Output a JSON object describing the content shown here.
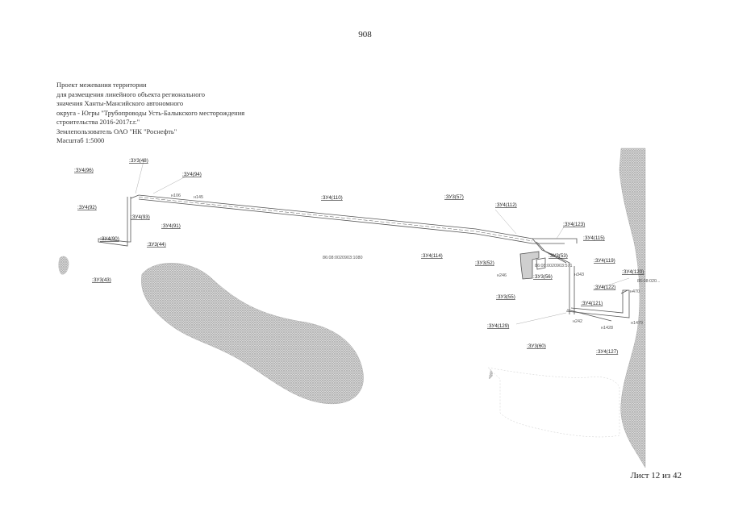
{
  "page_number": "908",
  "title_lines": [
    "Проект межевания территории",
    "для размещения линейного объекта регионального",
    "значения Ханты-Мансийского автономного",
    "округа - Югры \"Трубопроводы Усть-Балыкского месторождения",
    "строительства 2016-2017г.г.\"",
    "Землепользователь ОАО \"НК \"Роснефть\"",
    "Масштаб 1:5000"
  ],
  "parcel_labels": [
    ":ЗУ4(96)",
    ":ЗУ3(48)",
    ":ЗУ4(94)",
    ":ЗУ4(92)",
    ":ЗУ4(93)",
    ":ЗУ4(91)",
    ":ЗУ4(90)",
    ":ЗУ3(44)",
    ":ЗУ3(43)",
    ":ЗУ4(110)",
    ":ЗУ3(57)",
    ":ЗУ4(112)",
    ":ЗУ4(123)",
    ":ЗУ4(115)",
    ":ЗУ4(114)",
    ":ЗУ3(52)",
    ":ЗУ3(53)",
    ":ЗУ3(56)",
    ":ЗУ4(119)",
    ":ЗУ4(120)",
    ":ЗУ3(55)",
    ":ЗУ4(122)",
    ":ЗУ4(121)",
    ":ЗУ4(129)",
    ":ЗУ3(60)",
    ":ЗУ4(127)"
  ],
  "cadastral_numbers": [
    "86:08:0020903:1080",
    "86:08:0020903:571",
    "86:08:020..."
  ],
  "point_numbers": [
    "н106",
    "н145",
    "н246",
    "н242",
    "н1428",
    "н1479",
    "н470",
    "н343"
  ],
  "colors": {
    "hatch": "#9a9a9a",
    "line": "#555555"
  },
  "sheet_footer": "Лист 12 из 42"
}
